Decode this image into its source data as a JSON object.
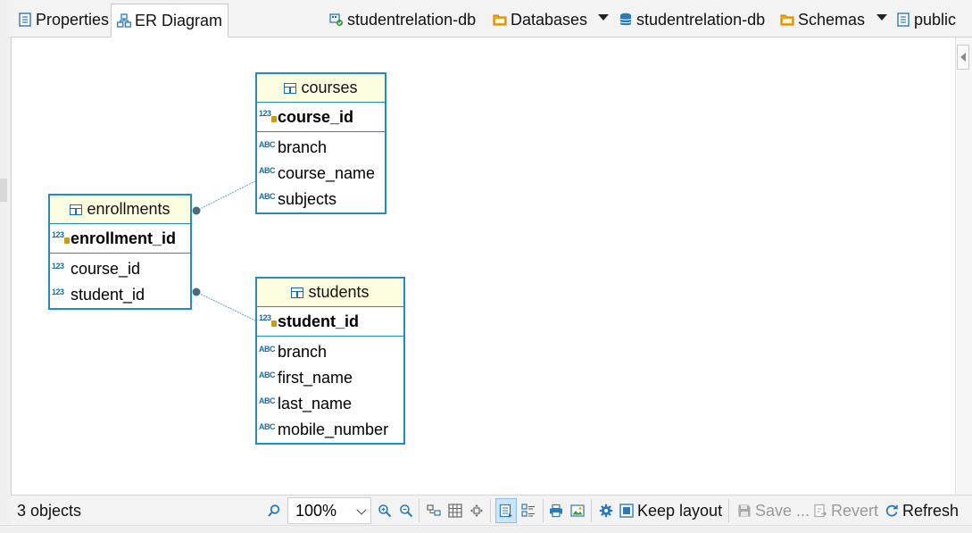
{
  "tabs": [
    {
      "label": "Properties",
      "icon": "properties-icon"
    },
    {
      "label": "ER Diagram",
      "icon": "er-diagram-icon"
    }
  ],
  "breadcrumbs": [
    {
      "label": "studentrelation-db",
      "icon": "connection-icon"
    },
    {
      "label": "Databases",
      "icon": "folder-icon"
    },
    {
      "label": "studentrelation-db",
      "icon": "database-icon"
    },
    {
      "label": "Schemas",
      "icon": "folder-icon"
    },
    {
      "label": "public",
      "icon": "schema-icon"
    }
  ],
  "entities": {
    "courses": {
      "name": "courses",
      "pk": {
        "type": "123",
        "name": "course_id"
      },
      "columns": [
        {
          "type": "ABC",
          "name": "branch"
        },
        {
          "type": "ABC",
          "name": "course_name"
        },
        {
          "type": "ABC",
          "name": "subjects"
        }
      ]
    },
    "enrollments": {
      "name": "enrollments",
      "pk": {
        "type": "123",
        "name": "enrollment_id"
      },
      "columns": [
        {
          "type": "123",
          "name": "course_id"
        },
        {
          "type": "123",
          "name": "student_id"
        }
      ]
    },
    "students": {
      "name": "students",
      "pk": {
        "type": "123",
        "name": "student_id"
      },
      "columns": [
        {
          "type": "ABC",
          "name": "branch"
        },
        {
          "type": "ABC",
          "name": "first_name"
        },
        {
          "type": "ABC",
          "name": "last_name"
        },
        {
          "type": "ABC",
          "name": "mobile_number"
        }
      ]
    }
  },
  "statusbar": {
    "objects_count": "3 objects",
    "zoom": "100%",
    "keep_layout": "Keep layout",
    "save": "Save ...",
    "revert": "Revert",
    "refresh": "Refresh"
  },
  "colors": {
    "entity_border": "#1f8ec0",
    "entity_header_bg": "#fefee0",
    "link_color": "#5aa6d6"
  }
}
